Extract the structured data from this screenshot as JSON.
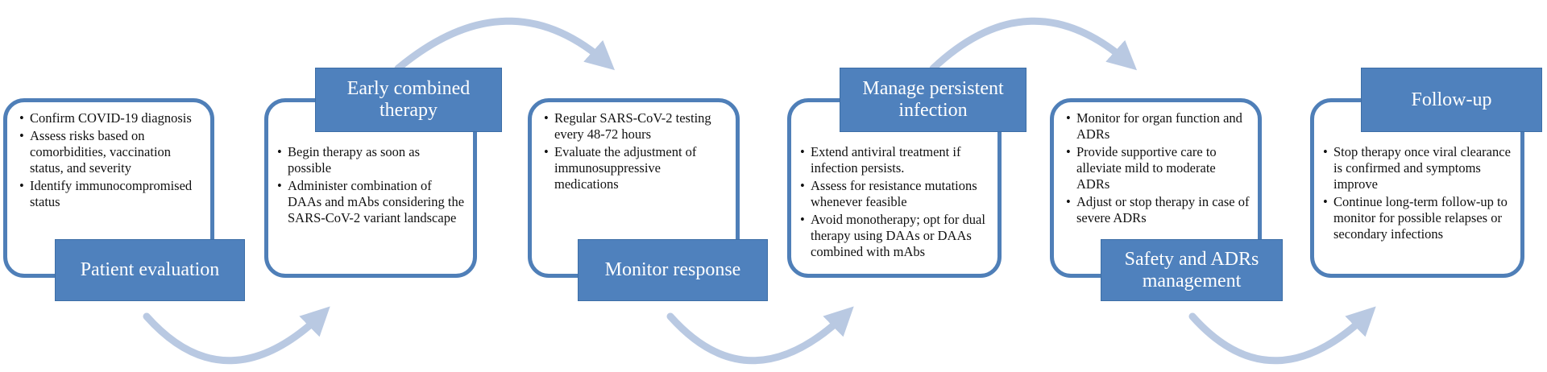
{
  "colors": {
    "box_border": "#4f7fb8",
    "label_fill": "#4f81bd",
    "arrow": "#b9c9e2"
  },
  "steps": [
    {
      "label": "Patient evaluation",
      "bullets": [
        "Confirm COVID-19 diagnosis",
        "Assess risks based on comorbidities, vaccination status, and severity",
        "Identify immunocompromised status"
      ]
    },
    {
      "label": "Early combined therapy",
      "bullets": [
        "Begin therapy as soon as possible",
        "Administer combination of DAAs and mAbs considering the SARS-CoV-2 variant landscape"
      ]
    },
    {
      "label": "Monitor response",
      "bullets": [
        "Regular SARS-CoV-2 testing every 48-72 hours",
        "Evaluate the adjustment of immunosuppressive medications"
      ]
    },
    {
      "label": "Manage persistent infection",
      "bullets": [
        "Extend antiviral treatment if infection persists.",
        "Assess for resistance mutations whenever feasible",
        "Avoid monotherapy; opt for dual therapy using DAAs or DAAs combined with mAbs"
      ]
    },
    {
      "label": "Safety and ADRs management",
      "bullets": [
        "Monitor for organ function and ADRs",
        "Provide supportive care to alleviate mild to moderate ADRs",
        "Adjust or stop therapy in case of severe ADRs"
      ]
    },
    {
      "label": "Follow-up",
      "bullets": [
        "Stop therapy once viral clearance is confirmed and symptoms improve",
        "Continue long-term follow-up to monitor for possible relapses or secondary infections"
      ]
    }
  ]
}
